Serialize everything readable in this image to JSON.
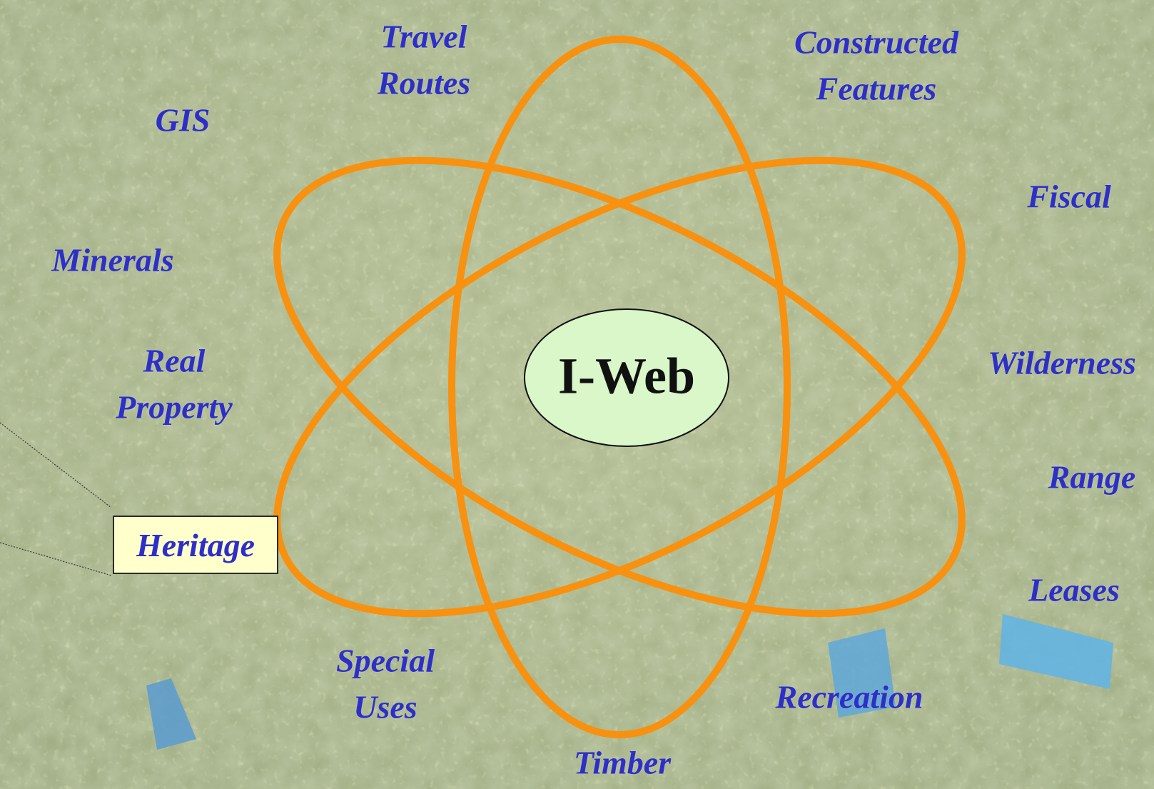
{
  "hub": {
    "label": "I-Web"
  },
  "categories": {
    "travel_routes": [
      "Travel",
      "Routes"
    ],
    "constructed_features": [
      "Constructed",
      "Features"
    ],
    "gis": "GIS",
    "fiscal": "Fiscal",
    "minerals": "Minerals",
    "real_property": [
      "Real",
      "Property"
    ],
    "wilderness": "Wilderness",
    "range": "Range",
    "heritage": "Heritage",
    "leases": "Leases",
    "special_uses": [
      "Special",
      "Uses"
    ],
    "recreation": "Recreation",
    "timber": "Timber"
  },
  "colors": {
    "label_text": "#2d2fc8",
    "orbit": "#f7910f",
    "hub_fill": "#d9f7c9",
    "hub_text": "#111111",
    "highlight_fill": "#ffffcc",
    "background": "#a9b48e"
  }
}
